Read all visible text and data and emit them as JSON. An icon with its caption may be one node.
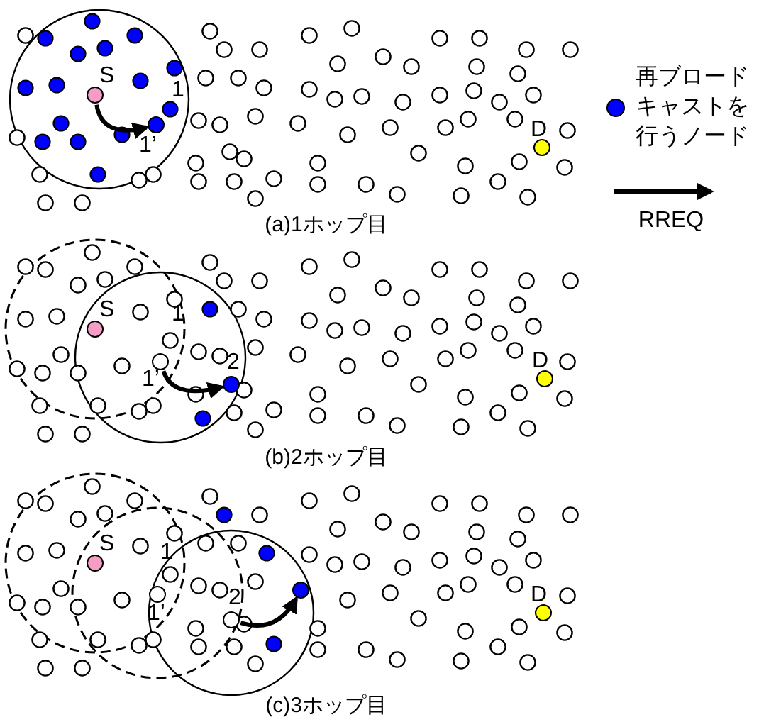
{
  "diagram": {
    "nodes": [
      {
        "text": [],
        "shape": "circle",
        "beside": [
          "S"
        ]
      },
      {
        "text": [],
        "shape": "circle",
        "beside": [
          "1’"
        ]
      },
      {
        "text": [],
        "shape": "circle",
        "beside": [
          "D"
        ]
      },
      {
        "text": [],
        "shape": "circle",
        "beside": [
          "S"
        ]
      },
      {
        "text": [],
        "shape": "circle",
        "beside": [
          "1’"
        ]
      },
      {
        "text": [],
        "shape": "circle",
        "beside": [
          "2"
        ]
      },
      {
        "text": [],
        "shape": "circle",
        "beside": [
          "D"
        ]
      },
      {
        "text": [],
        "shape": "circle",
        "beside": [
          "S"
        ]
      },
      {
        "text": [],
        "shape": "circle",
        "beside": [
          "1’"
        ]
      },
      {
        "text": [],
        "shape": "circle",
        "beside": [
          "2"
        ]
      },
      {
        "text": [],
        "shape": "circle"
      },
      {
        "text": [],
        "shape": "circle",
        "beside": [
          "D"
        ]
      }
    ],
    "edges": [
      {
        "from": 0,
        "to": 1,
        "arrow": "to"
      },
      {
        "from": 4,
        "to": 5,
        "arrow": "to"
      },
      {
        "from": 9,
        "to": 10,
        "arrow": "to"
      }
    ],
    "labels": [
      "1",
      "(a)1ホップ目",
      "1",
      "(b)2ホップ目",
      "1",
      "(c)3ホップ目"
    ],
    "legend": [
      {
        "text": "再ブロードキャストを行うノード",
        "color": "#0000ff"
      },
      {
        "text": "RREQ"
      }
    ]
  }
}
